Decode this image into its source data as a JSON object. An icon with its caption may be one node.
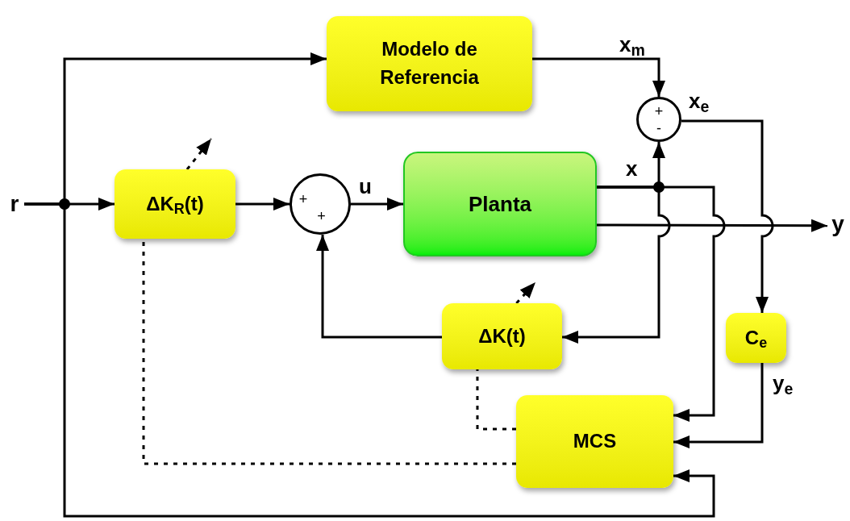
{
  "diagram": {
    "nodes": [
      {
        "text": [
          "r"
        ]
      },
      {
        "text": [
          "Modelo de Referencia"
        ]
      },
      {
        "text": [
          "ΔK$_{R}$(t)"
        ]
      },
      {
        "text": [
          "+",
          "+"
        ]
      },
      {
        "text": [
          "Planta"
        ]
      },
      {
        "text": [
          "+",
          "-"
        ]
      },
      {
        "text": [
          "ΔK(t)"
        ]
      },
      {
        "text": [
          "C$_{e}$"
        ]
      },
      {
        "text": [
          "MCS"
        ]
      },
      {
        "text": [
          "y"
        ]
      }
    ],
    "edges": [
      {
        "from": 0,
        "to": 2,
        "arrow": "to"
      },
      {
        "from": 0,
        "to": 1,
        "arrow": "to"
      },
      {
        "from": 0,
        "to": 8,
        "arrow": "to"
      },
      {
        "from": 2,
        "to": 3,
        "arrow": "to"
      },
      {
        "from": 3,
        "to": 4,
        "label": "u",
        "arrow": "to"
      },
      {
        "from": 4,
        "to": 5,
        "label": "x",
        "arrow": "to"
      },
      {
        "from": 4,
        "to": 6,
        "arrow": "to"
      },
      {
        "from": 4,
        "to": 8,
        "arrow": "to"
      },
      {
        "from": 4,
        "to": 9,
        "arrow": "to"
      },
      {
        "from": 1,
        "to": 5,
        "label": "x$_{m}$",
        "arrow": "to"
      },
      {
        "from": 5,
        "to": 7,
        "label": "x$_{e}$",
        "arrow": "to"
      },
      {
        "from": 7,
        "to": 8,
        "label": "y$_{e}$",
        "arrow": "to"
      },
      {
        "from": 6,
        "to": 3,
        "arrow": "to"
      },
      {
        "from": 8,
        "to": 2,
        "arrow": "none",
        "style": "dashed"
      },
      {
        "from": 8,
        "to": 6,
        "arrow": "none",
        "style": "dashed"
      },
      {
        "from": 2,
        "to": null,
        "arrow": "to",
        "style": "dashed"
      },
      {
        "from": 6,
        "to": null,
        "arrow": "to",
        "style": "dashed"
      }
    ]
  }
}
